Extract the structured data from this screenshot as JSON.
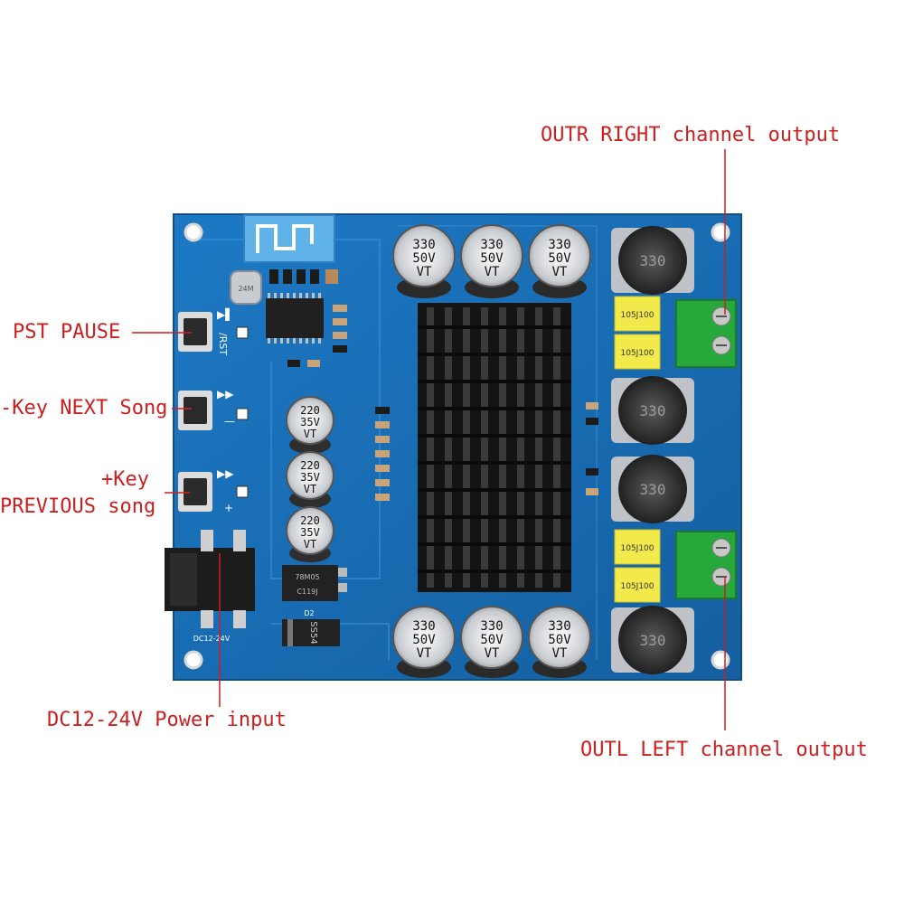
{
  "callouts": {
    "outr": "OUTR RIGHT channel output",
    "pst": "PST PAUSE",
    "next": "-Key NEXT Song",
    "prev_key": "+Key",
    "prev_song": "PREVIOUS song",
    "power": "DC12-24V Power input",
    "outl": "OUTL LEFT channel output"
  },
  "board": {
    "cap_big_top": [
      "330",
      "50V",
      "VT"
    ],
    "cap_mid": [
      "220",
      "35V",
      "VT"
    ],
    "inductor": "330",
    "film_cap_a": "105J100",
    "film_cap_b": "105J100",
    "film_cap_c": "105J100",
    "film_cap_d": "105J100",
    "dc_label": "DC12-24V",
    "regulator": "78M05",
    "regulator_code": "C119J",
    "diode": "SS54",
    "diode_ref": "D2",
    "rst": "/RST"
  },
  "colors": {
    "pcb": "#1a6fb5",
    "callout": "#cc1f1f",
    "terminal": "#27a83a",
    "film_cap": "#f2e94a"
  }
}
